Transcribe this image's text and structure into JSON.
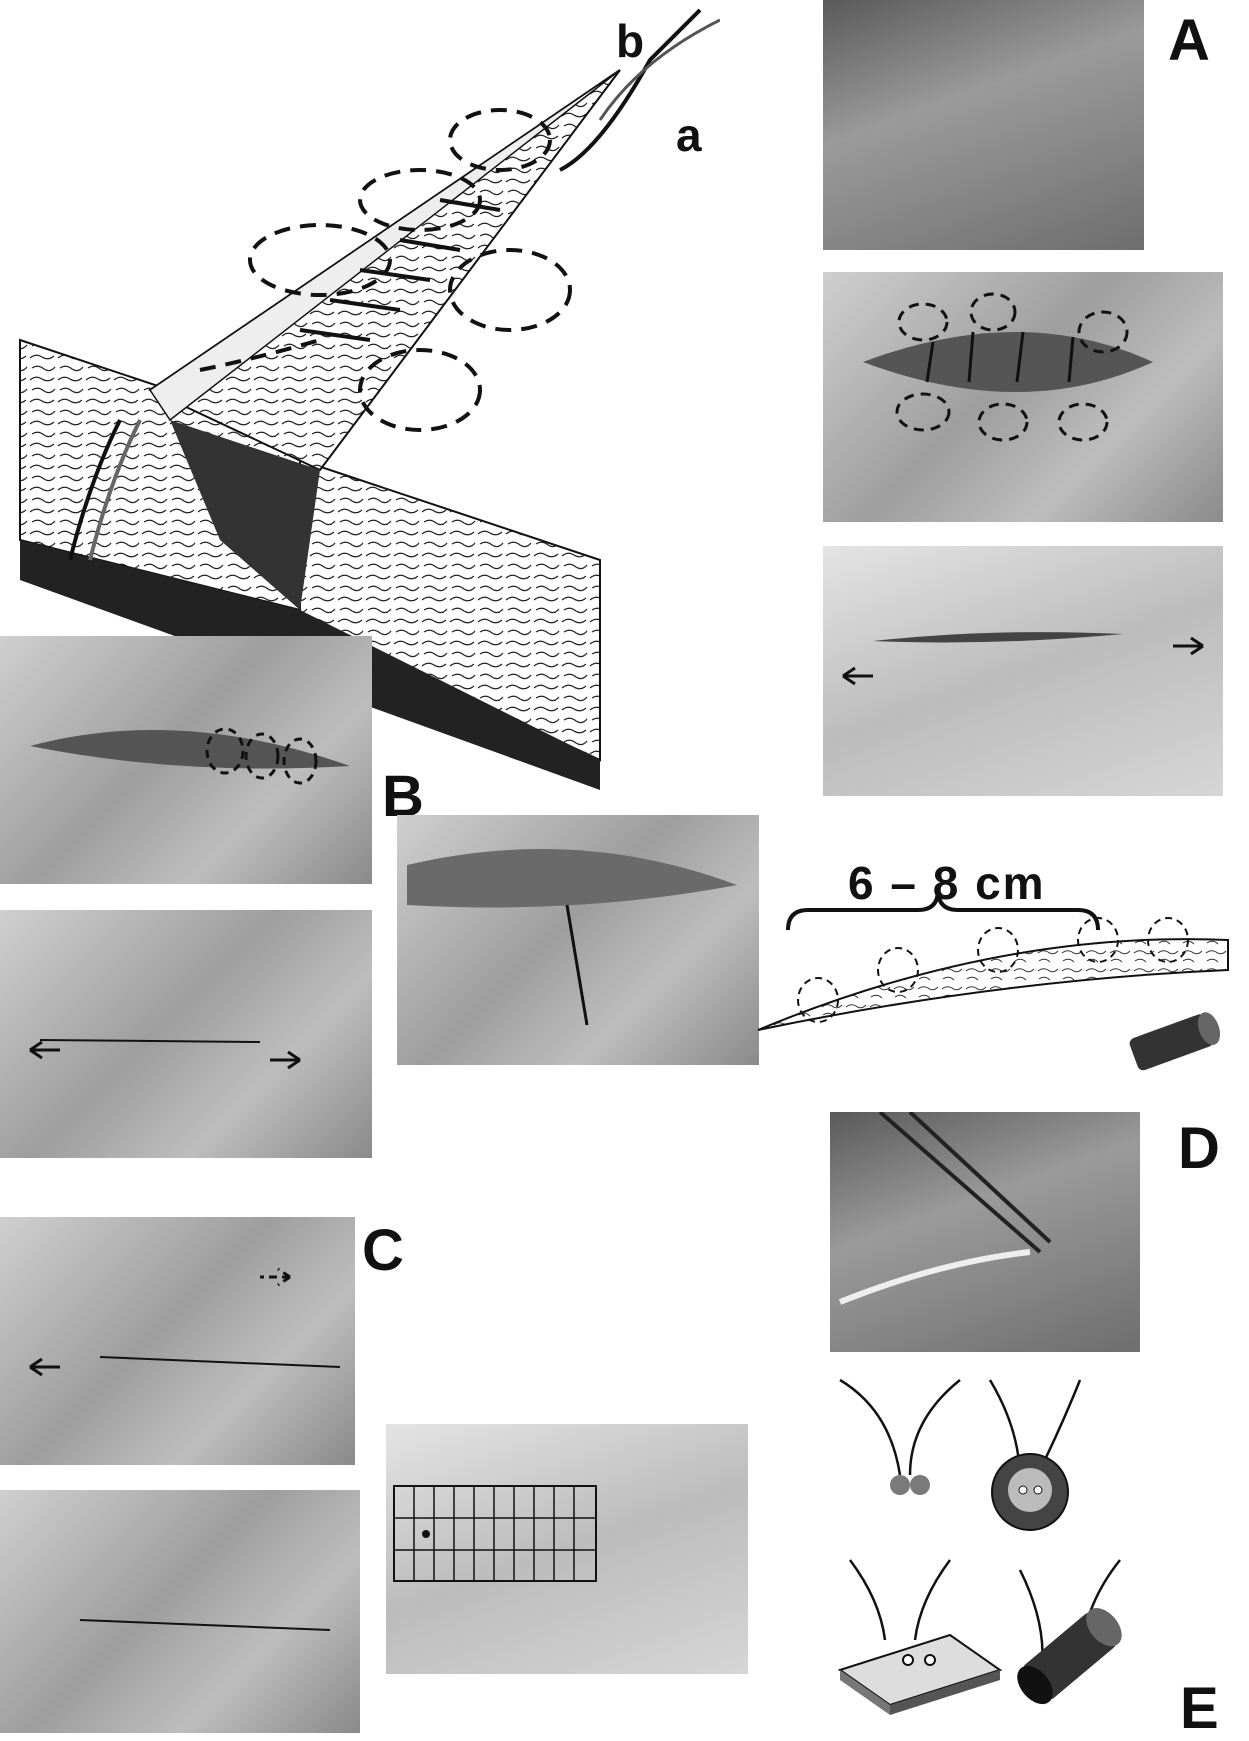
{
  "labels": {
    "A": "A",
    "B": "B",
    "C": "C",
    "D": "D",
    "E": "E",
    "a": "a",
    "b": "b",
    "measure": "6 – 8 cm"
  },
  "colors": {
    "ink": "#111111",
    "photo_mid": "#9e9e9e",
    "paper": "#ffffff"
  }
}
